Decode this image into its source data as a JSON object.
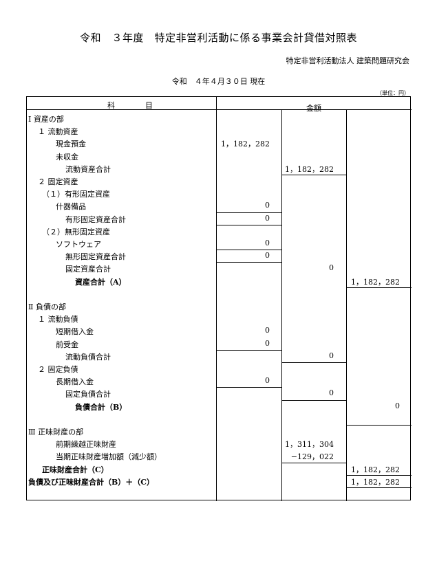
{
  "header": {
    "title": "令和　３年度　特定非営利活動に係る事業会計貸借対照表",
    "org": "特定非営利活動法人 建築問題研究会",
    "date": "令和　４年４月３０日 現在",
    "unit": "（単位：円）"
  },
  "columns": {
    "item": "科　　　　目",
    "amount": "金額"
  },
  "rows": [
    {
      "label": "Ⅰ 資産の部",
      "indent": 0,
      "c1": "",
      "c2": "",
      "c3": ""
    },
    {
      "label": "１ 流動資産",
      "indent": 1,
      "c1": "",
      "c2": "",
      "c3": ""
    },
    {
      "label": "現金預金",
      "indent": 3,
      "c1": "1，182，282",
      "c2": "",
      "c3": ""
    },
    {
      "label": "未収金",
      "indent": 3,
      "c1": "",
      "c2": "",
      "c3": ""
    },
    {
      "label": "流動資産合計",
      "indent": 4,
      "c1": "",
      "c2": "1，182，282",
      "c3": ""
    },
    {
      "label": "２ 固定資産",
      "indent": 1,
      "c1": "",
      "c2": "",
      "c3": ""
    },
    {
      "label": "（１）有形固定資産",
      "indent": 2,
      "c1": "",
      "c2": "",
      "c3": ""
    },
    {
      "label": "什器備品",
      "indent": 3,
      "c1": "0",
      "c2": "",
      "c3": ""
    },
    {
      "label": "有形固定資産合計",
      "indent": 4,
      "c1": "0",
      "c2": "",
      "c3": ""
    },
    {
      "label": "（２）無形固定資産",
      "indent": 2,
      "c1": "",
      "c2": "",
      "c3": ""
    },
    {
      "label": "ソフトウェア",
      "indent": 3,
      "c1": "0",
      "c2": "",
      "c3": ""
    },
    {
      "label": "無形固定資産合計",
      "indent": 4,
      "c1": "0",
      "c2": "",
      "c3": ""
    },
    {
      "label": "固定資産合計",
      "indent": 4,
      "c1": "",
      "c2": "0",
      "c3": ""
    },
    {
      "label": "資産合計（A）",
      "indent": 5,
      "bold": true,
      "c1": "",
      "c2": "",
      "c3": "1，182，282"
    },
    {
      "label": "",
      "indent": 0,
      "c1": "",
      "c2": "",
      "c3": ""
    },
    {
      "label": "Ⅱ 負債の部",
      "indent": 0,
      "c1": "",
      "c2": "",
      "c3": ""
    },
    {
      "label": "１ 流動負債",
      "indent": 1,
      "c1": "",
      "c2": "",
      "c3": ""
    },
    {
      "label": "短期借入金",
      "indent": 3,
      "c1": "0",
      "c2": "",
      "c3": ""
    },
    {
      "label": "前受金",
      "indent": 3,
      "c1": "0",
      "c2": "",
      "c3": ""
    },
    {
      "label": "流動負債合計",
      "indent": 4,
      "c1": "",
      "c2": "0",
      "c3": ""
    },
    {
      "label": "２ 固定負債",
      "indent": 1,
      "c1": "",
      "c2": "",
      "c3": ""
    },
    {
      "label": "長期借入金",
      "indent": 3,
      "c1": "0",
      "c2": "",
      "c3": ""
    },
    {
      "label": "固定負債合計",
      "indent": 4,
      "c1": "",
      "c2": "0",
      "c3": ""
    },
    {
      "label": "負債合計（B）",
      "indent": 5,
      "bold": true,
      "c1": "",
      "c2": "",
      "c3": "0"
    },
    {
      "label": "",
      "indent": 0,
      "c1": "",
      "c2": "",
      "c3": ""
    },
    {
      "label": "Ⅲ 正味財産の部",
      "indent": 0,
      "c1": "",
      "c2": "",
      "c3": ""
    },
    {
      "label": "前期繰越正味財産",
      "indent": 3,
      "c1": "",
      "c2": "1，311，304",
      "c3": ""
    },
    {
      "label": "当期正味財産増加額（減少額）",
      "indent": 3,
      "c1": "",
      "c2": "−129，022",
      "c3": ""
    },
    {
      "label": "正味財産合計（C）",
      "indent": 2,
      "bold": true,
      "c1": "",
      "c2": "",
      "c3": "1，182，282"
    },
    {
      "label": "負債及び正味財産合計（B）＋（C）",
      "indent": 0,
      "bold": true,
      "c1": "",
      "c2": "",
      "c3": "1，182，282"
    }
  ]
}
